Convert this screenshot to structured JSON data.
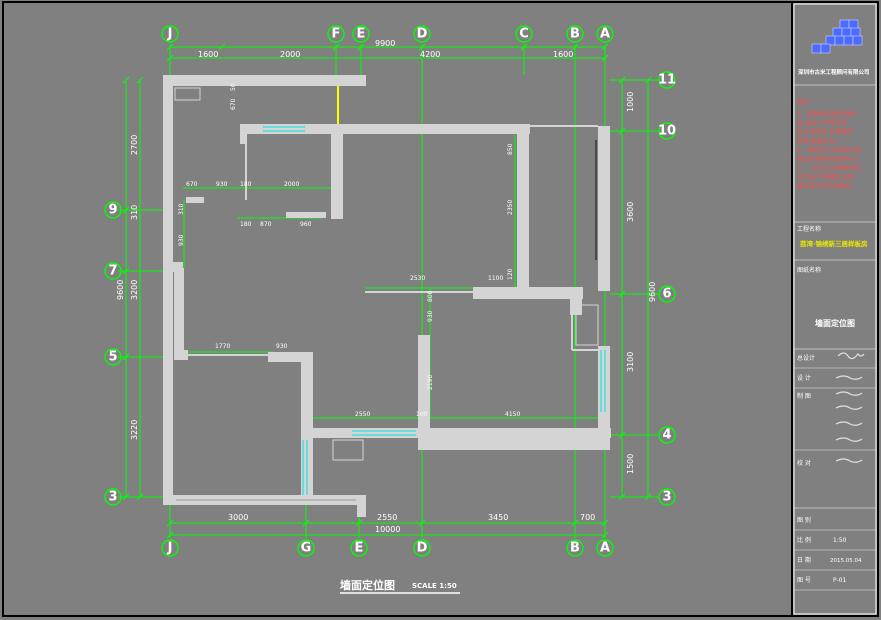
{
  "drawing": {
    "title": "墙面定位图",
    "scale": "SCALE 1:50",
    "top_axes": [
      "J",
      "F",
      "E",
      "D",
      "C",
      "B",
      "A"
    ],
    "bottom_axes": [
      "J",
      "G",
      "E",
      "D",
      "B",
      "A"
    ],
    "left_axes": [
      "9",
      "7",
      "5",
      "3"
    ],
    "right_axes": [
      "11",
      "10",
      "6",
      "4",
      "3"
    ],
    "top_dims": {
      "total": "9900",
      "d1": "1600",
      "d2": "2000",
      "d3": "4200",
      "d4": "1600"
    },
    "bottom_dims": {
      "total": "10000",
      "d1": "3000",
      "d2": "2550",
      "d3": "3450",
      "d4": "700"
    },
    "left_dims": {
      "total": "9600",
      "d1": "2700",
      "d2": "310",
      "d3": "3200",
      "d4": "3220"
    },
    "right_dims": {
      "total": "9600",
      "d1": "1000",
      "d2": "3600",
      "d3": "3100",
      "d4": "1500"
    },
    "inner_dims": {
      "a": "670",
      "b": "930",
      "c": "180",
      "d": "2000",
      "e": "180",
      "f": "870",
      "g": "960",
      "h": "2530",
      "i": "1100",
      "j": "2350",
      "k": "1770",
      "l": "930",
      "m": "2550",
      "n": "100",
      "o": "4150",
      "p": "2190",
      "q": "930",
      "r": "120",
      "s": "800",
      "t": "310",
      "u": "930",
      "v": "850",
      "w": "50",
      "x": "670"
    }
  },
  "title_block": {
    "company": "深圳市古米工程顾问有限公司",
    "notes_label": "备注:",
    "notes": [
      "1、该图为内部控制图",
      "纸,任何人不得外传,",
      "本公司所有,不得复制",
      "使用,违者必究。",
      "2、该图尺寸以现场为准,",
      "施工前须核对现场尺寸。",
      "3、一切尺寸以图纸所标",
      "注为准,不得量取,如有",
      "疑问请与设计师联系。"
    ],
    "project_label": "工程名称",
    "project_name": "荔湾·锦绣新三居样板房",
    "drawing_name_label": "图纸名称",
    "drawing_name": "墙面定位图",
    "rows": [
      {
        "label": "总设计",
        "value": ""
      },
      {
        "label": "设 计",
        "value": ""
      },
      {
        "label": "制 图",
        "value": ""
      },
      {
        "label": "校 对",
        "value": ""
      }
    ],
    "sheet_label": "图 别",
    "scale_label": "比 例",
    "scale_value": "1:50",
    "date_label": "日 期",
    "date_value": "2015.05.04",
    "no_label": "图 号",
    "no_value": "P-01"
  },
  "colors": {
    "background": "#808080",
    "grid": "#00ff00",
    "wall": "#d4d4d4",
    "glass": "#00e5e5",
    "accent": "#e8e800"
  }
}
